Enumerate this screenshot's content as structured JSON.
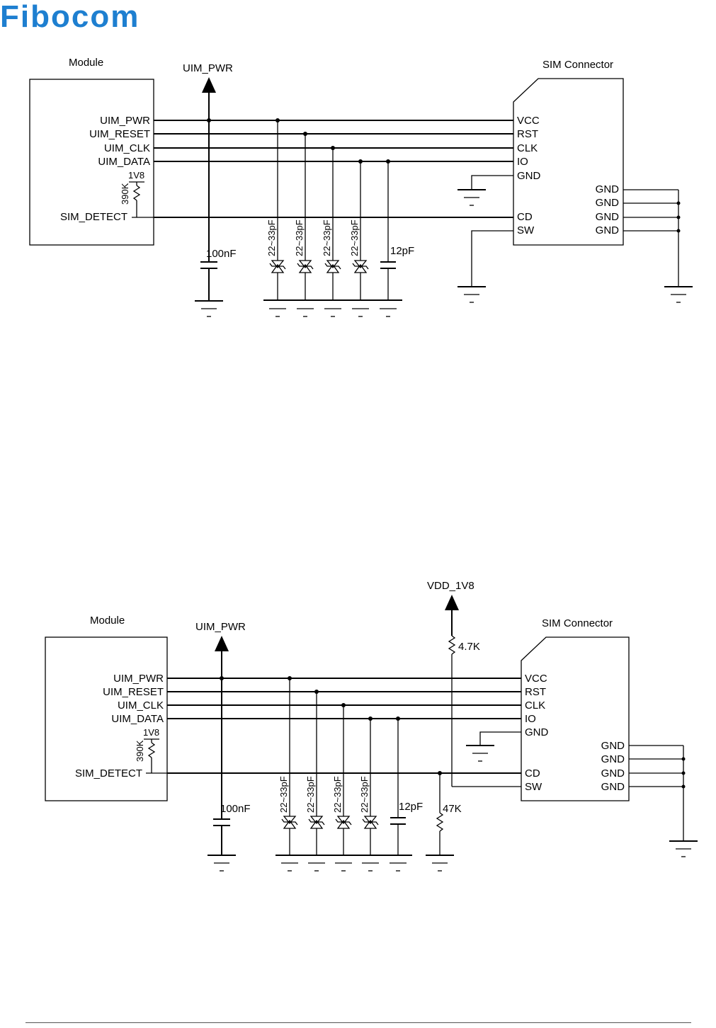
{
  "header": {
    "logo_text": "Fibocom",
    "brand_color": "#1e7fd0"
  },
  "diagram1": {
    "module_label": "Module",
    "supply_label": "UIM_PWR",
    "connector_label": "SIM Connector",
    "module_pins": [
      "UIM_PWR",
      "UIM_RESET",
      "UIM_CLK",
      "UIM_DATA"
    ],
    "sim_detect_label": "SIM_DETECT",
    "pullup_voltage": "1V8",
    "pullup_resistor": "390K",
    "connector_pins": [
      "VCC",
      "RST",
      "CLK",
      "IO",
      "GND",
      "CD",
      "SW"
    ],
    "connector_gnd_pins": [
      "GND",
      "GND",
      "GND",
      "GND"
    ],
    "cap_label": "100nF",
    "tvs_labels": [
      "22~33pF",
      "22~33pF",
      "22~33pF",
      "22~33pF"
    ],
    "io_cap_label": "12pF"
  },
  "diagram2": {
    "module_label": "Module",
    "supply_label": "UIM_PWR",
    "vdd_label": "VDD_1V8",
    "sw_pullup_label": "4.7K",
    "connector_label": "SIM Connector",
    "module_pins": [
      "UIM_PWR",
      "UIM_RESET",
      "UIM_CLK",
      "UIM_DATA"
    ],
    "sim_detect_label": "SIM_DETECT",
    "pullup_voltage": "1V8",
    "pullup_resistor": "390K",
    "connector_pins": [
      "VCC",
      "RST",
      "CLK",
      "IO",
      "GND",
      "CD",
      "SW"
    ],
    "connector_gnd_pins": [
      "GND",
      "GND",
      "GND",
      "GND"
    ],
    "cap_label": "100nF",
    "tvs_labels": [
      "22~33pF",
      "22~33pF",
      "22~33pF",
      "22~33pF"
    ],
    "io_cap_label": "12pF",
    "pulldown_label": "47K"
  }
}
